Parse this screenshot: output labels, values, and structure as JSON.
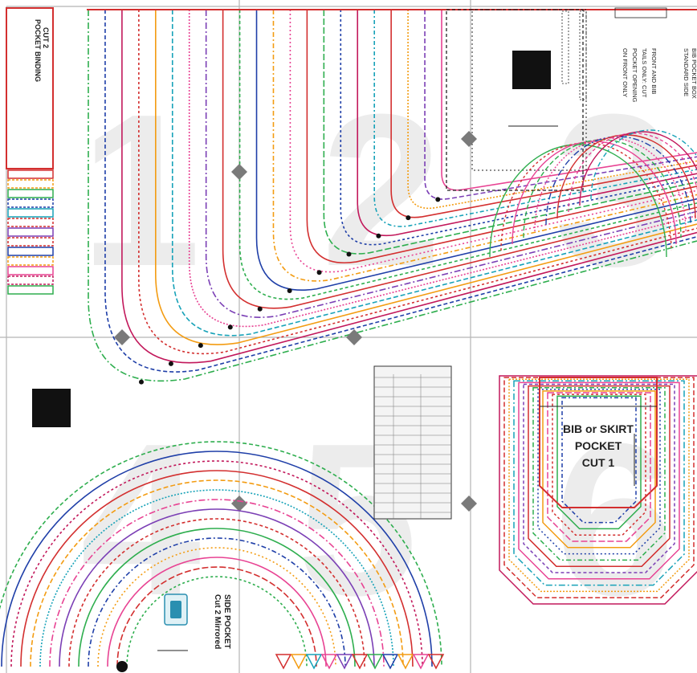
{
  "page_numbers": [
    "1",
    "2",
    "3",
    "4",
    "5",
    "6"
  ],
  "colors": {
    "red": "#d32f2f",
    "orange": "#f39c12",
    "green": "#2eae4e",
    "blue": "#1f3fa8",
    "pink": "#e84393",
    "magenta": "#c2185b",
    "teal": "#17a2b8",
    "purple": "#7b3fb5",
    "grey": "#8a8a8a",
    "watermark": "#ececec",
    "grid": "#b5b5b5"
  },
  "bib_pocket": {
    "line1": "BIB  or SKIRT",
    "line2": "POCKET",
    "line3": "CUT 1"
  },
  "pocket_binding": {
    "title": "POCKET BINDING",
    "cut": "CUT 2"
  },
  "side_pocket": {
    "title": "SIDE POCKET",
    "cut": "Cut 2 Mirrored"
  },
  "top_right_notes": {
    "n1": "BIB POCKET BOX",
    "n2": "STANDARD SIDE",
    "n3": "FRONT AND BIB",
    "n4": "TAILS ONLY: CUT",
    "n5": "POCKET OPENING",
    "n6": "ON FRONT ONLY"
  }
}
